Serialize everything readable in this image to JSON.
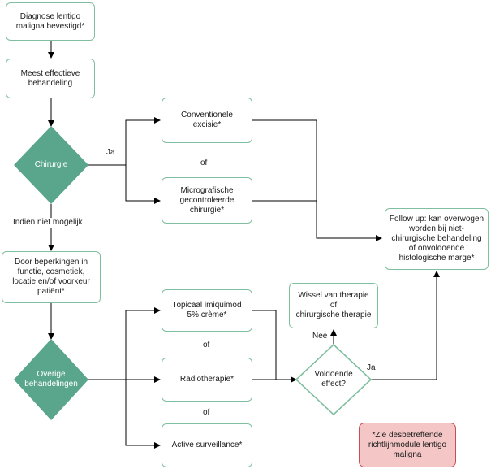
{
  "colors": {
    "box_border": "#7fbf9f",
    "diamond_fill": "#5aa68c",
    "decision_border": "#7fbf9f",
    "note_fill": "#f4c6c6",
    "note_border": "#c74f52",
    "arrow": "#000000"
  },
  "nodes": {
    "diagnosis": "Diagnose lentigo\nmaligna bevestigd*",
    "most_effective": "Meest effectieve\nbehandeling",
    "surgery": "Chirurgie",
    "conventional_excision": "Conventionele\nexcisie*",
    "micrographic": "Micrografische\ngecontroleerde\nchirurgie*",
    "limitations": "Door beperkingen in\nfunctie, cosmetiek,\nlocatie en/of voorkeur\npatiënt*",
    "other_treatments": "Overige\nbehandelingen",
    "imiquimod": "Topicaal imiquimod\n5% crème*",
    "radiotherapy": "Radiotherapie*",
    "active_surveillance": "Active surveillance*",
    "sufficient_effect": "Voldoende\neffect?",
    "switch_therapy": "Wissel van therapie\nof\nchirurgische therapie",
    "follow_up": "Follow up: kan overwogen\nworden bij niet-\nchirurgische behandeling\nof onvoldoende\nhistologische marge*",
    "footnote": "*Zie desbetreffende\nrichtlijnmodule lentigo\nmaligna"
  },
  "labels": {
    "ja_surgery": "Ja",
    "of_surgery": "of",
    "not_possible": "Indien niet mogelijk",
    "of_1": "of",
    "of_2": "of",
    "nee": "Nee",
    "ja_effect": "Ja"
  }
}
